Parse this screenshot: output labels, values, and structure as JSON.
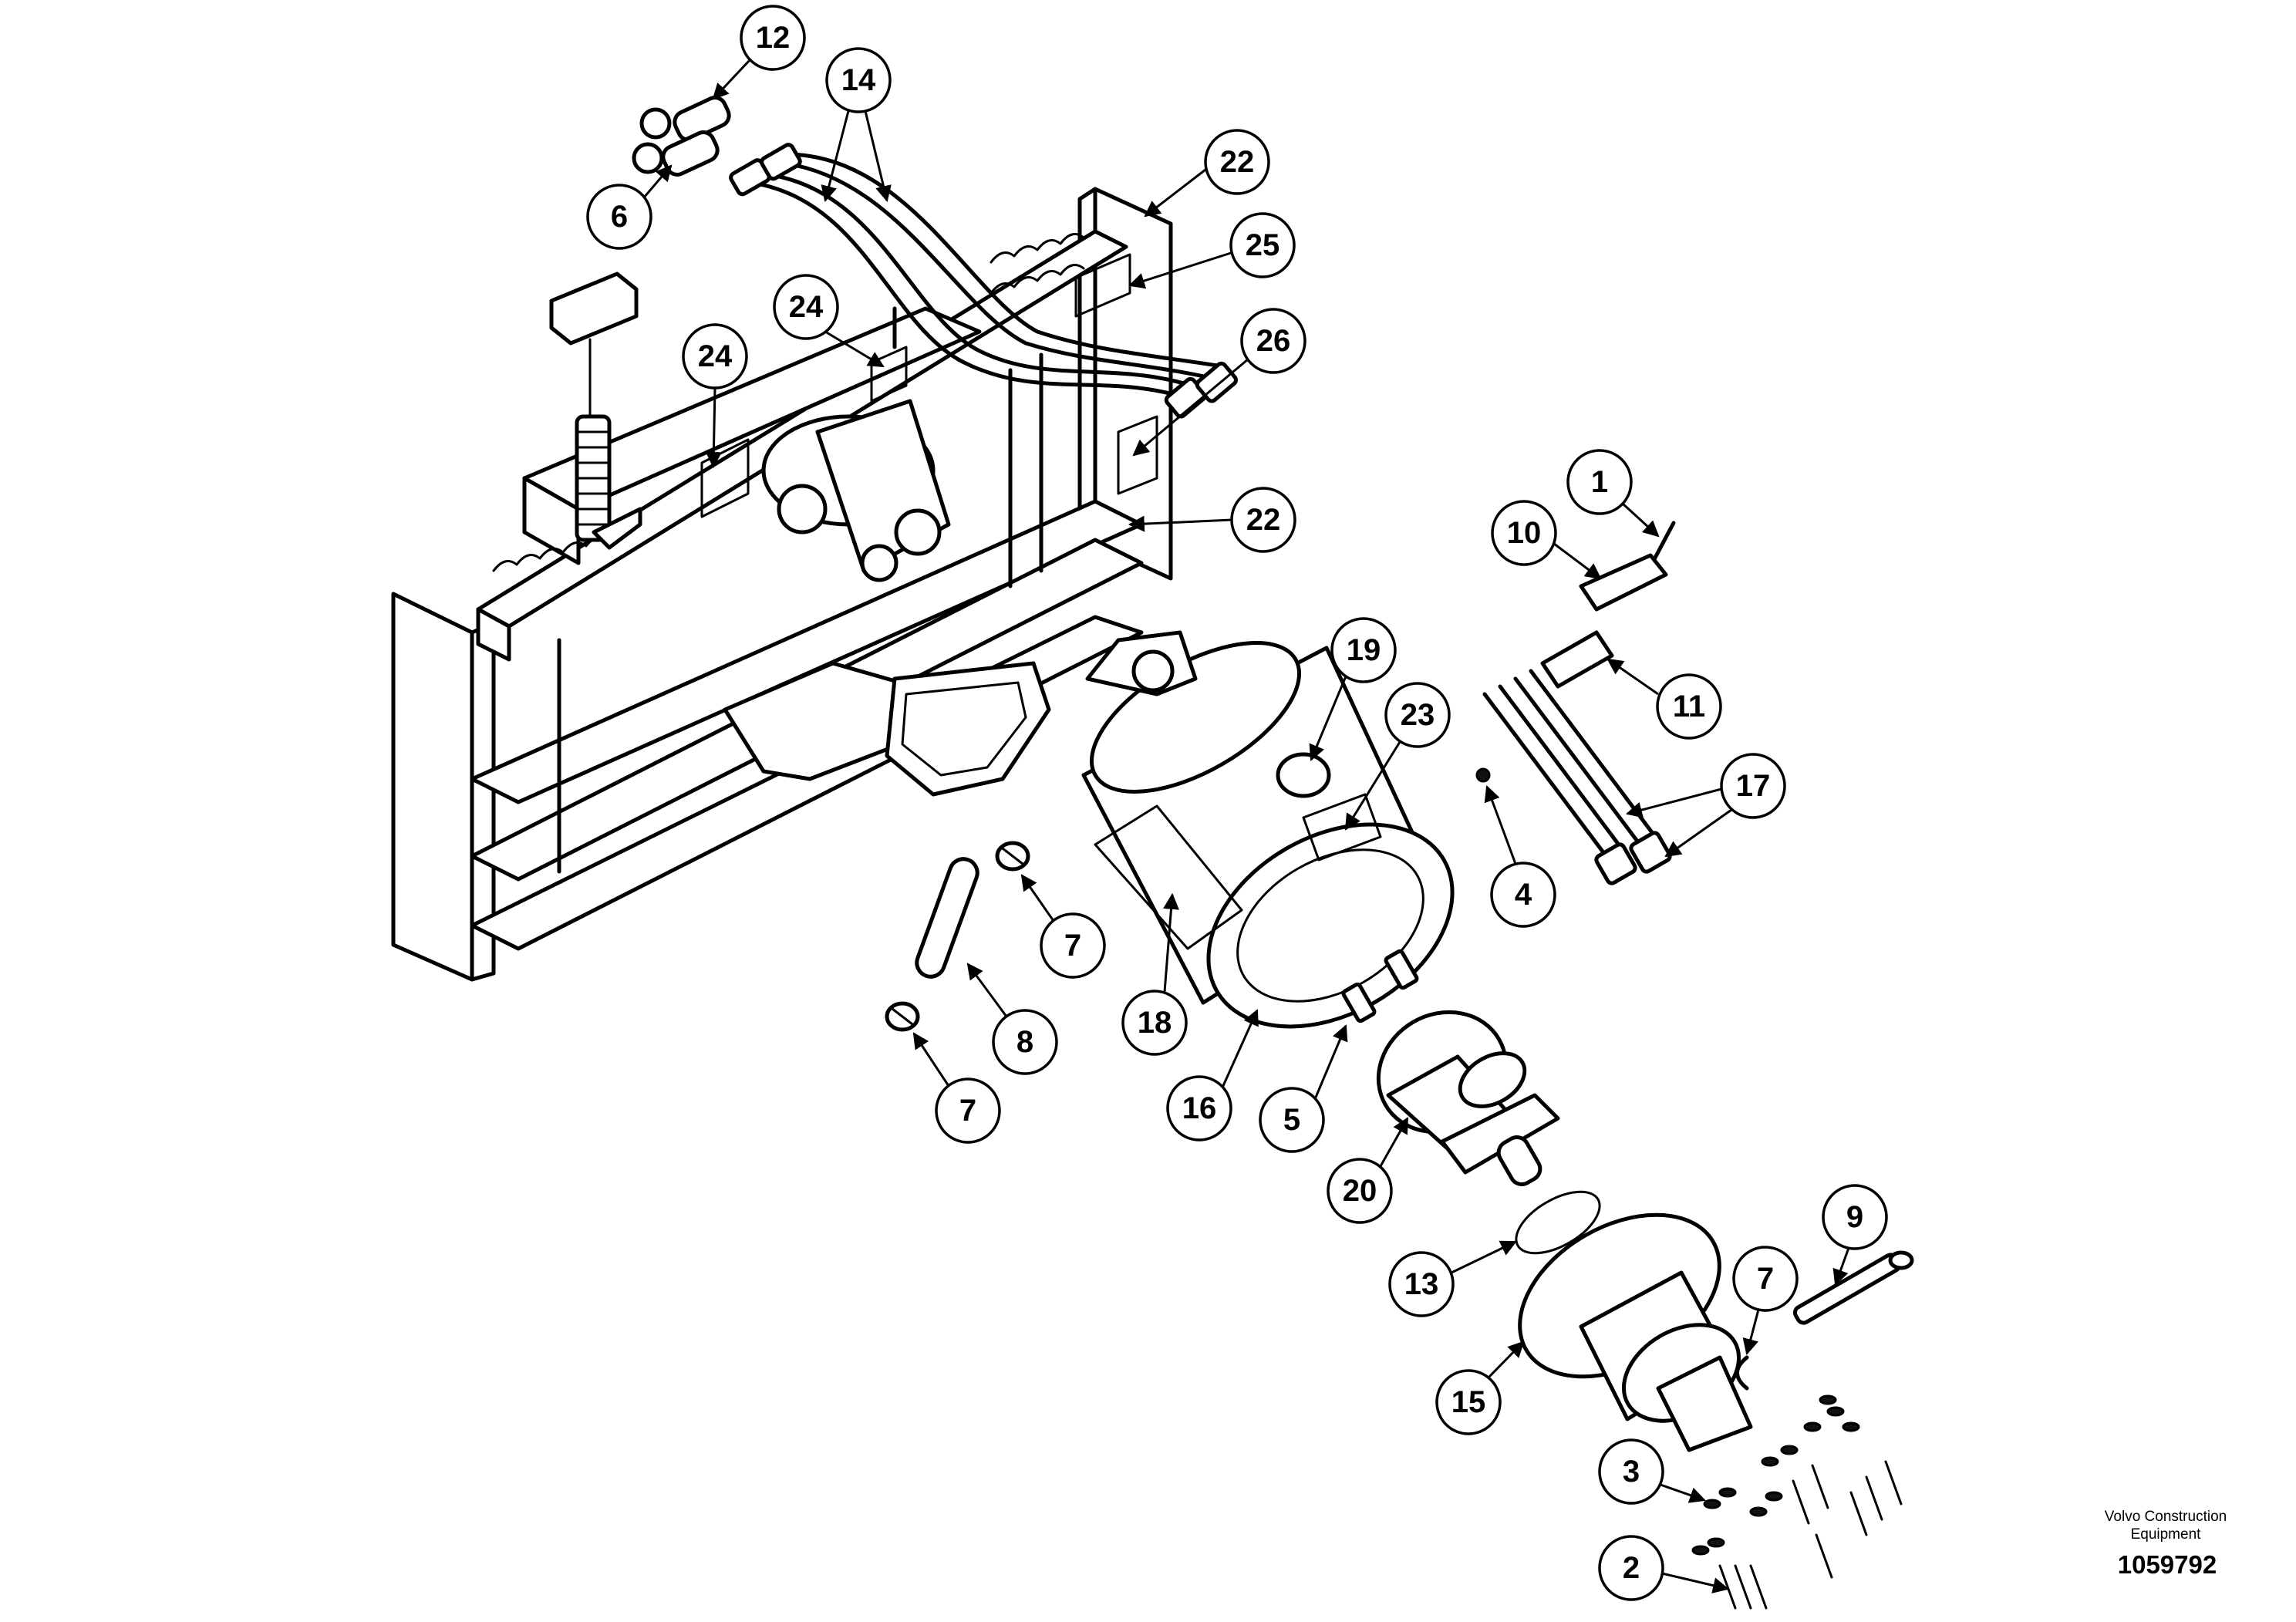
{
  "callouts": [
    {
      "label": "12"
    },
    {
      "label": "14"
    },
    {
      "label": "6"
    },
    {
      "label": "22"
    },
    {
      "label": "25"
    },
    {
      "label": "24"
    },
    {
      "label": "24"
    },
    {
      "label": "26"
    },
    {
      "label": "22"
    },
    {
      "label": "1"
    },
    {
      "label": "10"
    },
    {
      "label": "11"
    },
    {
      "label": "19"
    },
    {
      "label": "23"
    },
    {
      "label": "17"
    },
    {
      "label": "4"
    },
    {
      "label": "7"
    },
    {
      "label": "8"
    },
    {
      "label": "7"
    },
    {
      "label": "18"
    },
    {
      "label": "16"
    },
    {
      "label": "5"
    },
    {
      "label": "20"
    },
    {
      "label": "13"
    },
    {
      "label": "9"
    },
    {
      "label": "7"
    },
    {
      "label": "15"
    },
    {
      "label": "3"
    },
    {
      "label": "2"
    }
  ],
  "footer": {
    "credit_line1": "Volvo Construction",
    "credit_line2": "Equipment",
    "drawing_number": "1059792"
  }
}
